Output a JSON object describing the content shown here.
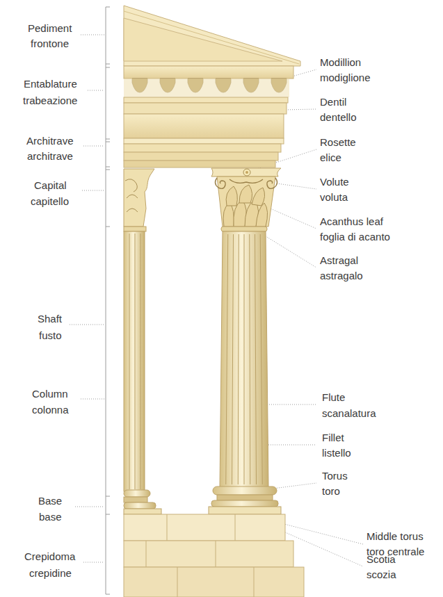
{
  "diagram": {
    "labels": [
      "Pediment",
      "frontone",
      "Entablature",
      "trabeazione",
      "Architrave",
      "architrave",
      "Capital",
      "capitello",
      "Shaft",
      "fusto",
      "Column",
      "colonna",
      "Base",
      "base",
      "Crepidoma",
      "crepidine",
      "Modillion",
      "modiglione",
      "Dentil",
      "dentello",
      "Rosette",
      "elice",
      "Volute",
      "voluta",
      "Acanthus leaf",
      "foglia di acanto",
      "Astragal",
      "astragalo",
      "Flute",
      "scanalatura",
      "Fillet",
      "listello",
      "Torus",
      "toro",
      "Middle torus",
      "toro centrale",
      "Scotia",
      "scozia"
    ]
  }
}
